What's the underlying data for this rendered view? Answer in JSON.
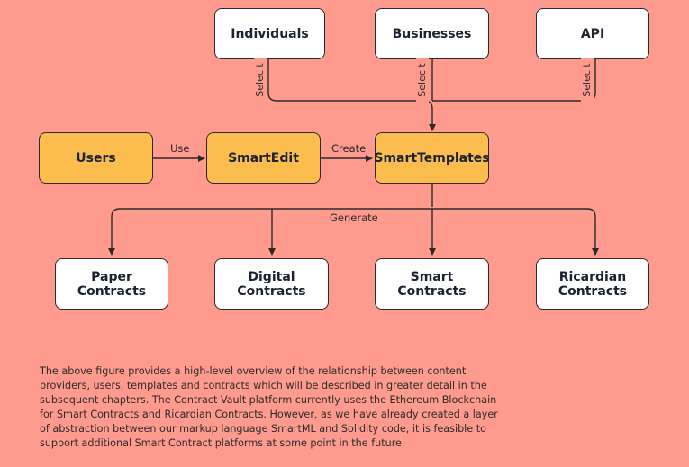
{
  "diagram": {
    "nodes": {
      "individuals": "Individuals",
      "businesses": "Businesses",
      "api": "API",
      "users": "Users",
      "smartedit": "SmartEdit",
      "smarttemplates": "SmartTemplates",
      "paper_line1": "Paper",
      "paper_line2": "Contracts",
      "digital_line1": "Digital",
      "digital_line2": "Contracts",
      "smart_line1": "Smart",
      "smart_line2": "Contracts",
      "ricardian_line1": "Ricardian",
      "ricardian_line2": "Contracts"
    },
    "edges": {
      "select_1": "Selec t",
      "select_2": "Selec t",
      "select_3": "Selec t",
      "use": "Use",
      "create": "Create",
      "generate": "Generate"
    },
    "colors": {
      "background": "#FE9A8E",
      "highlight": "#FBBD4D",
      "box": "#FFFFFF"
    }
  },
  "description": "The above figure provides a high-level overview of the relationship between content providers, users, templates and contracts which will be described in greater detail in the subsequent chapters. The Contract Vault platform currently uses the Ethereum Blockchain for Smart Contracts and Ricardian Contracts. However, as we have already created a layer of abstraction between our markup language SmartML and Solidity code, it is feasible to support additional Smart Contract platforms at some point in the future."
}
